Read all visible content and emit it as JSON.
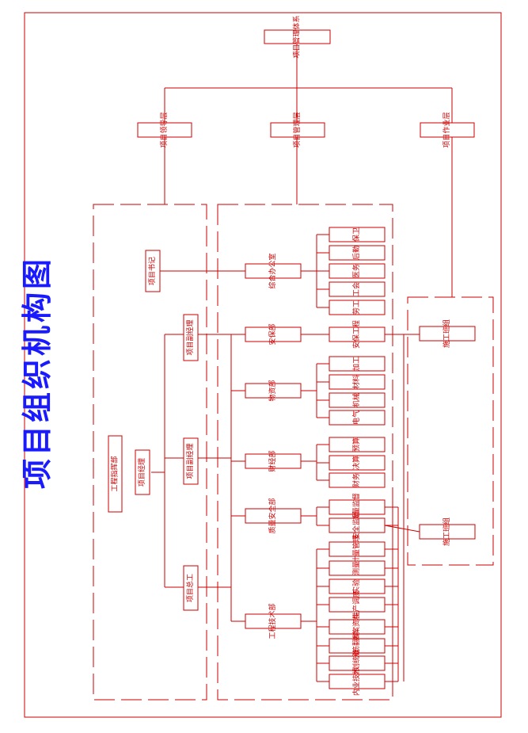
{
  "title": "项目组织机构图",
  "nodes": {
    "system": "项目管理体系",
    "leadership_layer": "项目领导层",
    "management_layer": "项目管理层",
    "operation_layer": "项目作业层",
    "secretary": "项目书记",
    "deputy_manager_1": "项目副经理",
    "deputy_manager_2": "项目副经理",
    "chief_engineer": "项目总工",
    "command_dept": "工程指挥部",
    "project_manager": "项目经理",
    "office": "综合办公室",
    "security_dept": "安保部",
    "supply_dept": "物资部",
    "finance_dept": "财经部",
    "quality_safety_dept": "质量安全部",
    "engineering_dept": "工程技术部",
    "office_subs": [
      "保卫",
      "后勤",
      "医务",
      "工会",
      "劳工"
    ],
    "security_sub": "安保工程",
    "supply_subs": [
      "加工",
      "材料",
      "机械",
      "电气"
    ],
    "finance_subs": [
      "预算",
      "决算",
      "财务"
    ],
    "quality_subs": [
      "质量监督",
      "安全监督"
    ],
    "engineering_subs": [
      "计量管理",
      "测量",
      "实验",
      "生产调度",
      "档案资料",
      "钢筋翻样",
      "计划统计",
      "内业技术"
    ],
    "team_1": "施工班组",
    "team_2": "施工班组"
  }
}
